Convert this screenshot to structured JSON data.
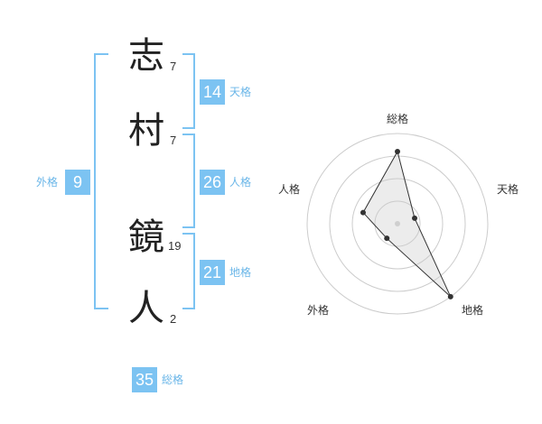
{
  "colors": {
    "accent": "#7cc3f2",
    "label": "#6ab6e8",
    "text": "#222222",
    "radar_line": "#333333",
    "ring": "#cccccc"
  },
  "name_chars": [
    {
      "char": "志",
      "strokes": "7"
    },
    {
      "char": "村",
      "strokes": "7"
    },
    {
      "char": "鏡",
      "strokes": "19"
    },
    {
      "char": "人",
      "strokes": "2"
    }
  ],
  "kaku": {
    "tenkaku": {
      "value": "14",
      "label": "天格"
    },
    "jinkaku": {
      "value": "26",
      "label": "人格"
    },
    "chikaku": {
      "value": "21",
      "label": "地格"
    },
    "gaikaku": {
      "value": "9",
      "label": "外格"
    },
    "soukaku": {
      "value": "35",
      "label": "総格"
    }
  },
  "chart_data": {
    "type": "radar",
    "axes": [
      "総格",
      "天格",
      "地格",
      "外格",
      "人格"
    ],
    "levels": 4,
    "range": [
      0,
      5
    ],
    "values": [
      4,
      1,
      5,
      1,
      2
    ]
  }
}
